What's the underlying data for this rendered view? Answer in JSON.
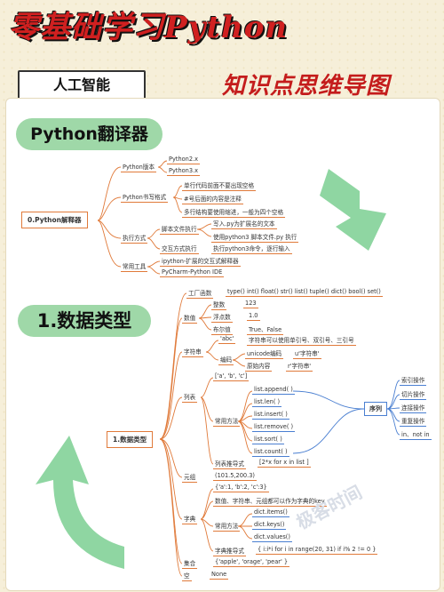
{
  "header": {
    "title": "零基础学习Python",
    "ai_label": "人工智能",
    "mindmap_label": "知识点思维导图"
  },
  "section1": {
    "pill": "Python翻译器",
    "root": "0.Python解释器",
    "version": {
      "label": "Python版本",
      "items": [
        "Python2.x",
        "Python3.x"
      ]
    },
    "writing": {
      "label": "Python书写格式",
      "items": [
        "单行代码前面不要出现空格",
        "#号后面的内容是注释",
        "多行结构要使用缩进，一般为四个空格"
      ]
    },
    "exec": {
      "label": "执行方式",
      "script": {
        "label": "脚本文件执行",
        "items": [
          "写入.py为扩展名的文本",
          "使用python3 脚本文件.py 执行"
        ]
      },
      "interactive": {
        "label": "交互方式执行",
        "item": "执行python3命令，逐行输入"
      }
    },
    "tools": {
      "label": "常用工具",
      "items": [
        "ipython-扩展的交互式解释器",
        "PyCharm-Python IDE"
      ]
    }
  },
  "section2": {
    "pill": "1.数据类型",
    "root": "1.数据类型",
    "factory": {
      "label": "工厂函数",
      "text": "type() int() float() str() list() tuple() dict() bool() set()"
    },
    "number": {
      "label": "数值",
      "int": {
        "label": "整数",
        "value": "123"
      },
      "float": {
        "label": "浮点数",
        "value": "1.0"
      },
      "bool": {
        "label": "布尔值",
        "value": "True、False"
      }
    },
    "string": {
      "label": "字符串",
      "abc": "'abc'",
      "abc_desc": "字符串可以使用单引号、双引号、三引号",
      "encoding": {
        "label": "编码",
        "unicode": "unicode编码",
        "unicode_val": "u'字符串'",
        "raw": "原始内容",
        "raw_val": "r'字符串'"
      }
    },
    "list": {
      "label": "列表",
      "example": "['a', 'b', 'c']",
      "methods_label": "常用方法",
      "methods": [
        "list.append( )",
        "list.len( )",
        "list.insert( )",
        "list.remove( )",
        "list.sort( )",
        "list.count( )"
      ],
      "comp_label": "列表推导式",
      "comp": "[2*x for x in list ]"
    },
    "tuple": {
      "label": "元组",
      "example": "(101.5,200.3)"
    },
    "dict": {
      "label": "字典",
      "example": "{'a':1, 'b':2, 'c':3}",
      "key_desc": "数值、字符串、元组都可以作为字典的key",
      "methods_label": "常用方法",
      "methods": [
        "dict.items()",
        "dict.keys()",
        "dict.values()"
      ],
      "comp_label": "字典推导式",
      "comp": "{ i:i*i for i in range(20, 31) if i% 2 != 0 }"
    },
    "set": {
      "label": "集合",
      "example": "{'apple', 'orage', 'pear' }"
    },
    "none": {
      "label": "空",
      "value": "None"
    },
    "sequence": {
      "label": "序列",
      "items": [
        "索引操作",
        "切片操作",
        "连接操作",
        "重复操作",
        "in、not in"
      ]
    }
  },
  "watermark": "极客时间",
  "colors": {
    "accent_red": "#d02020",
    "pill_green": "#9fd8a8",
    "line_orange": "#e07a3a",
    "line_blue": "#4a7fd1"
  }
}
